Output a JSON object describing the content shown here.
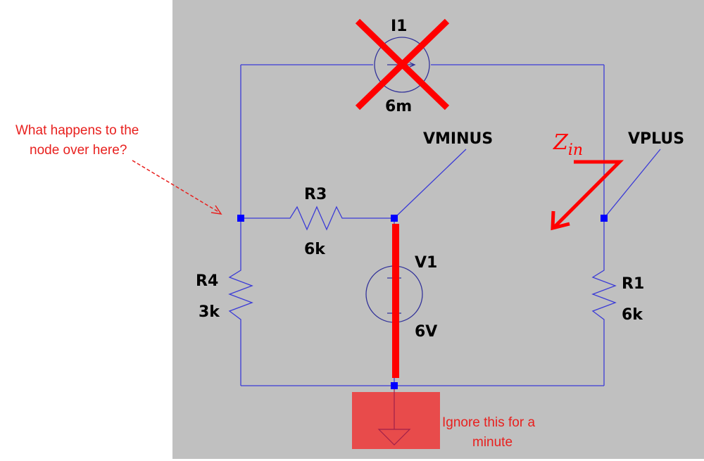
{
  "components": {
    "I1": {
      "name": "I1",
      "value": "6m"
    },
    "R3": {
      "name": "R3",
      "value": "6k"
    },
    "V1": {
      "name": "V1",
      "value": "6V"
    },
    "R4": {
      "name": "R4",
      "value": "3k"
    },
    "R1": {
      "name": "R1",
      "value": "6k"
    }
  },
  "nets": {
    "vminus": "VMINUS",
    "vplus": "VPLUS"
  },
  "annotations": {
    "zin_main": "Z",
    "zin_sub": "in",
    "question_line1": "What happens to the",
    "question_line2": "node over here?",
    "ignore_line1": "Ignore this for a",
    "ignore_line2": "minute"
  },
  "colors": {
    "wire": "#3b3bd6",
    "node": "#0000ff",
    "annotation": "#ff0000",
    "background": "#c0c0c0",
    "ignore_box": "#e84b4b"
  }
}
